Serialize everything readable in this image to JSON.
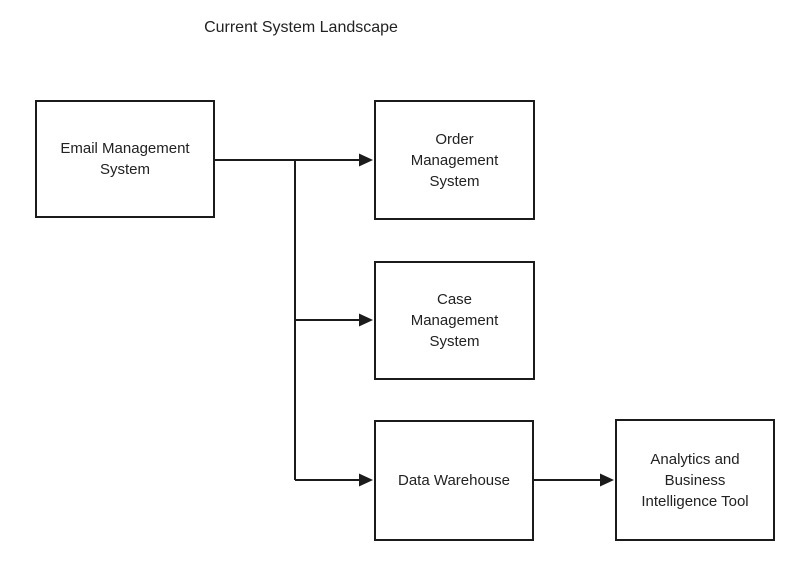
{
  "diagram": {
    "title": "Current System Landscape",
    "nodes": {
      "email": {
        "label": "Email Management\nSystem"
      },
      "order": {
        "label": "Order\nManagement\nSystem"
      },
      "case": {
        "label": "Case\nManagement\nSystem"
      },
      "warehouse": {
        "label": "Data Warehouse"
      },
      "analytics": {
        "label": "Analytics and\nBusiness\nIntelligence Tool"
      }
    },
    "edges": [
      {
        "from": "Email Management System",
        "to": "Order Management System"
      },
      {
        "from": "Email Management System",
        "to": "Case Management System"
      },
      {
        "from": "Email Management System",
        "to": "Data Warehouse"
      },
      {
        "from": "Data Warehouse",
        "to": "Analytics and Business Intelligence Tool"
      }
    ],
    "colors": {
      "line": "#1b1b1b",
      "box_border": "#1b1b1b",
      "text": "#222222",
      "background": "#ffffff"
    }
  }
}
